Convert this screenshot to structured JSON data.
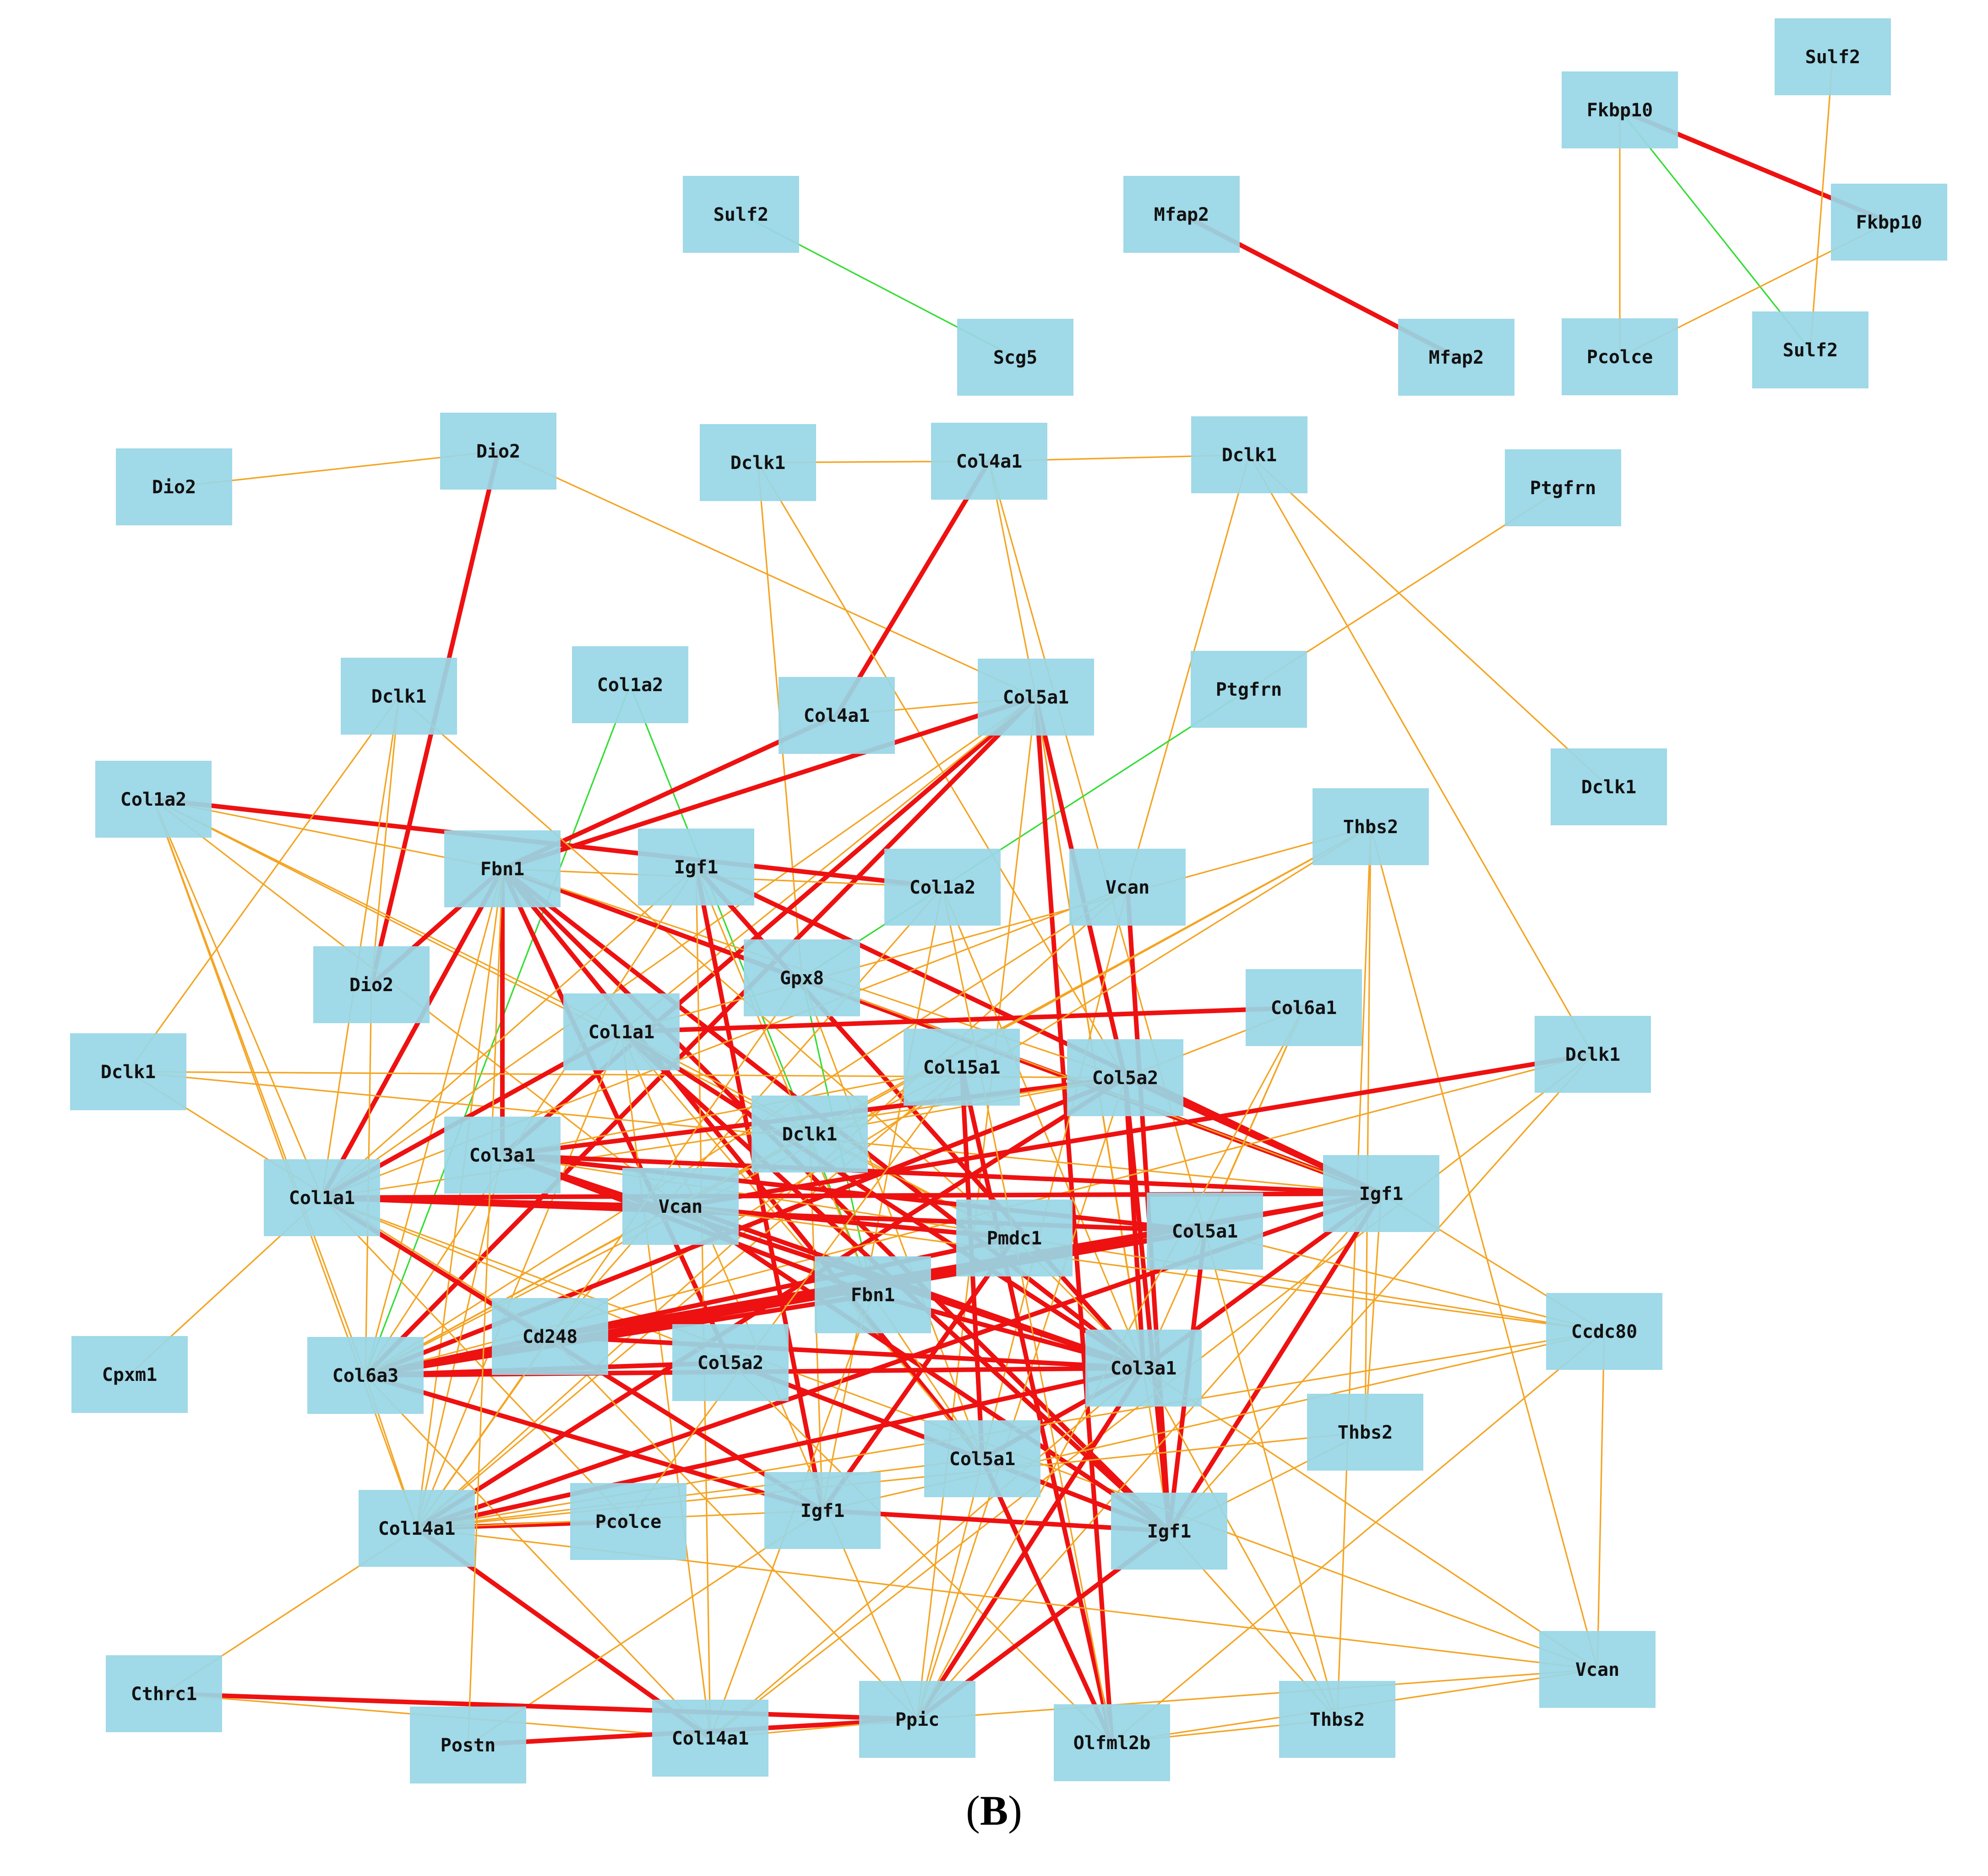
{
  "panel_label": {
    "open": "(",
    "letter": "B",
    "close": ")"
  },
  "edge_colors": {
    "red": "#ee1111",
    "orange": "#f4a422",
    "green": "#33dd33"
  },
  "node_color": "#99d6e6",
  "nodes": [
    {
      "id": "n1",
      "label": "Sulf2"
    },
    {
      "id": "n2",
      "label": "Fkbp10"
    },
    {
      "id": "n3",
      "label": "Fkbp10"
    },
    {
      "id": "n4",
      "label": "Sulf2"
    },
    {
      "id": "n5",
      "label": "Pcolce"
    },
    {
      "id": "n6",
      "label": "Sulf2"
    },
    {
      "id": "n7",
      "label": "Scg5"
    },
    {
      "id": "n8",
      "label": "Mfap2"
    },
    {
      "id": "n9",
      "label": "Mfap2"
    },
    {
      "id": "n10",
      "label": "Dio2"
    },
    {
      "id": "n11",
      "label": "Dio2"
    },
    {
      "id": "n12",
      "label": "Dclk1"
    },
    {
      "id": "n13",
      "label": "Col4a1"
    },
    {
      "id": "n14",
      "label": "Dclk1"
    },
    {
      "id": "n15",
      "label": "Ptgfrn"
    },
    {
      "id": "n16",
      "label": "Dclk1"
    },
    {
      "id": "n17",
      "label": "Col1a2"
    },
    {
      "id": "n18",
      "label": "Col4a1"
    },
    {
      "id": "n19",
      "label": "Col5a1"
    },
    {
      "id": "n20",
      "label": "Ptgfrn"
    },
    {
      "id": "n21",
      "label": "Dclk1"
    },
    {
      "id": "n22",
      "label": "Col1a2"
    },
    {
      "id": "n23",
      "label": "Thbs2"
    },
    {
      "id": "n24",
      "label": "Fbn1"
    },
    {
      "id": "n25",
      "label": "Igf1"
    },
    {
      "id": "n26",
      "label": "Col1a2"
    },
    {
      "id": "n27",
      "label": "Vcan"
    },
    {
      "id": "n28",
      "label": "Dio2"
    },
    {
      "id": "n29",
      "label": "Gpx8"
    },
    {
      "id": "n30",
      "label": "Col6a1"
    },
    {
      "id": "n31",
      "label": "Dclk1"
    },
    {
      "id": "n32",
      "label": "Col1a1"
    },
    {
      "id": "n33",
      "label": "Col15a1"
    },
    {
      "id": "n34",
      "label": "Col5a2"
    },
    {
      "id": "n35",
      "label": "Dclk1"
    },
    {
      "id": "n36",
      "label": "Dclk1"
    },
    {
      "id": "n37",
      "label": "Col3a1"
    },
    {
      "id": "n38",
      "label": "Col1a1"
    },
    {
      "id": "n39",
      "label": "Vcan"
    },
    {
      "id": "n40",
      "label": "Igf1"
    },
    {
      "id": "n41",
      "label": "Pmdc1"
    },
    {
      "id": "n42",
      "label": "Col5a1"
    },
    {
      "id": "n43",
      "label": "Fbn1"
    },
    {
      "id": "n44",
      "label": "Cd248"
    },
    {
      "id": "n45",
      "label": "Ccdc80"
    },
    {
      "id": "n46",
      "label": "Cpxm1"
    },
    {
      "id": "n47",
      "label": "Col6a3"
    },
    {
      "id": "n48",
      "label": "Col5a2"
    },
    {
      "id": "n49",
      "label": "Col3a1"
    },
    {
      "id": "n50",
      "label": "Thbs2"
    },
    {
      "id": "n51",
      "label": "Col5a1"
    },
    {
      "id": "n52",
      "label": "Col14a1"
    },
    {
      "id": "n53",
      "label": "Pcolce"
    },
    {
      "id": "n54",
      "label": "Igf1"
    },
    {
      "id": "n55",
      "label": "Igf1"
    },
    {
      "id": "n56",
      "label": "Cthrc1"
    },
    {
      "id": "n57",
      "label": "Vcan"
    },
    {
      "id": "n58",
      "label": "Ppic"
    },
    {
      "id": "n59",
      "label": "Postn"
    },
    {
      "id": "n60",
      "label": "Col14a1"
    },
    {
      "id": "n61",
      "label": "Olfml2b"
    },
    {
      "id": "n62",
      "label": "Thbs2"
    }
  ],
  "edges": [
    {
      "from": "n3",
      "to": "n2",
      "type": "red"
    },
    {
      "from": "n2",
      "to": "n4",
      "type": "green"
    },
    {
      "from": "n3",
      "to": "n5",
      "type": "orange"
    },
    {
      "from": "n2",
      "to": "n5",
      "type": "orange"
    },
    {
      "from": "n1",
      "to": "n4",
      "type": "orange"
    },
    {
      "from": "n6",
      "to": "n7",
      "type": "green"
    },
    {
      "from": "n8",
      "to": "n9",
      "type": "red"
    },
    {
      "from": "n10",
      "to": "n11",
      "type": "orange"
    },
    {
      "from": "n11",
      "to": "n28",
      "type": "red"
    },
    {
      "from": "n11",
      "to": "n19",
      "type": "orange"
    },
    {
      "from": "n12",
      "to": "n13",
      "type": "orange"
    },
    {
      "from": "n13",
      "to": "n14",
      "type": "orange"
    },
    {
      "from": "n13",
      "to": "n18",
      "type": "red"
    },
    {
      "from": "n13",
      "to": "n19",
      "type": "orange"
    },
    {
      "from": "n13",
      "to": "n42",
      "type": "orange"
    },
    {
      "from": "n12",
      "to": "n34",
      "type": "orange"
    },
    {
      "from": "n12",
      "to": "n29",
      "type": "orange"
    },
    {
      "from": "n14",
      "to": "n21",
      "type": "orange"
    },
    {
      "from": "n14",
      "to": "n35",
      "type": "orange"
    },
    {
      "from": "n14",
      "to": "n27",
      "type": "orange"
    },
    {
      "from": "n15",
      "to": "n20",
      "type": "orange"
    },
    {
      "from": "n20",
      "to": "n29",
      "type": "green"
    },
    {
      "from": "n17",
      "to": "n47",
      "type": "green"
    },
    {
      "from": "n17",
      "to": "n43",
      "type": "green"
    },
    {
      "from": "n18",
      "to": "n24",
      "type": "red"
    },
    {
      "from": "n18",
      "to": "n19",
      "type": "orange"
    },
    {
      "from": "n19",
      "to": "n24",
      "type": "red"
    },
    {
      "from": "n19",
      "to": "n47",
      "type": "red"
    },
    {
      "from": "n19",
      "to": "n34",
      "type": "red"
    },
    {
      "from": "n19",
      "to": "n61",
      "type": "red"
    },
    {
      "from": "n19",
      "to": "n38",
      "type": "orange"
    },
    {
      "from": "n19",
      "to": "n37",
      "type": "red"
    },
    {
      "from": "n19",
      "to": "n49",
      "type": "orange"
    },
    {
      "from": "n19",
      "to": "n55",
      "type": "orange"
    },
    {
      "from": "n19",
      "to": "n32",
      "type": "orange"
    },
    {
      "from": "n19",
      "to": "n58",
      "type": "orange"
    },
    {
      "from": "n22",
      "to": "n26",
      "type": "red"
    },
    {
      "from": "n22",
      "to": "n24",
      "type": "orange"
    },
    {
      "from": "n22",
      "to": "n38",
      "type": "orange"
    },
    {
      "from": "n22",
      "to": "n52",
      "type": "orange"
    },
    {
      "from": "n22",
      "to": "n41",
      "type": "orange"
    },
    {
      "from": "n22",
      "to": "n39",
      "type": "orange"
    },
    {
      "from": "n22",
      "to": "n47",
      "type": "orange"
    },
    {
      "from": "n22",
      "to": "n32",
      "type": "orange"
    },
    {
      "from": "n16",
      "to": "n28",
      "type": "orange"
    },
    {
      "from": "n16",
      "to": "n31",
      "type": "orange"
    },
    {
      "from": "n16",
      "to": "n38",
      "type": "orange"
    },
    {
      "from": "n16",
      "to": "n41",
      "type": "orange"
    },
    {
      "from": "n24",
      "to": "n38",
      "type": "red"
    },
    {
      "from": "n24",
      "to": "n37",
      "type": "red"
    },
    {
      "from": "n24",
      "to": "n28",
      "type": "red"
    },
    {
      "from": "n24",
      "to": "n40",
      "type": "red"
    },
    {
      "from": "n24",
      "to": "n49",
      "type": "red"
    },
    {
      "from": "n24",
      "to": "n55",
      "type": "red"
    },
    {
      "from": "n24",
      "to": "n48",
      "type": "red"
    },
    {
      "from": "n24",
      "to": "n51",
      "type": "red"
    },
    {
      "from": "n24",
      "to": "n47",
      "type": "orange"
    },
    {
      "from": "n24",
      "to": "n52",
      "type": "orange"
    },
    {
      "from": "n24",
      "to": "n34",
      "type": "orange"
    },
    {
      "from": "n24",
      "to": "n26",
      "type": "orange"
    },
    {
      "from": "n25",
      "to": "n54",
      "type": "red"
    },
    {
      "from": "n25",
      "to": "n49",
      "type": "red"
    },
    {
      "from": "n25",
      "to": "n40",
      "type": "red"
    },
    {
      "from": "n25",
      "to": "n47",
      "type": "orange"
    },
    {
      "from": "n25",
      "to": "n43",
      "type": "orange"
    },
    {
      "from": "n25",
      "to": "n60",
      "type": "orange"
    },
    {
      "from": "n29",
      "to": "n43",
      "type": "green"
    },
    {
      "from": "n29",
      "to": "n40",
      "type": "orange"
    },
    {
      "from": "n29",
      "to": "n51",
      "type": "orange"
    },
    {
      "from": "n27",
      "to": "n55",
      "type": "red"
    },
    {
      "from": "n27",
      "to": "n47",
      "type": "orange"
    },
    {
      "from": "n27",
      "to": "n38",
      "type": "orange"
    },
    {
      "from": "n27",
      "to": "n58",
      "type": "orange"
    },
    {
      "from": "n27",
      "to": "n52",
      "type": "orange"
    },
    {
      "from": "n26",
      "to": "n49",
      "type": "orange"
    },
    {
      "from": "n26",
      "to": "n44",
      "type": "orange"
    },
    {
      "from": "n26",
      "to": "n54",
      "type": "orange"
    },
    {
      "from": "n30",
      "to": "n32",
      "type": "red"
    },
    {
      "from": "n30",
      "to": "n47",
      "type": "orange"
    },
    {
      "from": "n30",
      "to": "n42",
      "type": "orange"
    },
    {
      "from": "n30",
      "to": "n49",
      "type": "orange"
    },
    {
      "from": "n23",
      "to": "n32",
      "type": "orange"
    },
    {
      "from": "n23",
      "to": "n50",
      "type": "orange"
    },
    {
      "from": "n23",
      "to": "n62",
      "type": "orange"
    },
    {
      "from": "n23",
      "to": "n57",
      "type": "orange"
    },
    {
      "from": "n23",
      "to": "n44",
      "type": "orange"
    },
    {
      "from": "n23",
      "to": "n39",
      "type": "orange"
    },
    {
      "from": "n36",
      "to": "n34",
      "type": "orange"
    },
    {
      "from": "n36",
      "to": "n47",
      "type": "orange"
    },
    {
      "from": "n36",
      "to": "n54",
      "type": "orange"
    },
    {
      "from": "n31",
      "to": "n34",
      "type": "orange"
    },
    {
      "from": "n31",
      "to": "n40",
      "type": "orange"
    },
    {
      "from": "n32",
      "to": "n38",
      "type": "red"
    },
    {
      "from": "n32",
      "to": "n49",
      "type": "red"
    },
    {
      "from": "n32",
      "to": "n55",
      "type": "red"
    },
    {
      "from": "n32",
      "to": "n41",
      "type": "orange"
    },
    {
      "from": "n32",
      "to": "n52",
      "type": "orange"
    },
    {
      "from": "n32",
      "to": "n60",
      "type": "orange"
    },
    {
      "from": "n32",
      "to": "n51",
      "type": "orange"
    },
    {
      "from": "n32",
      "to": "n58",
      "type": "orange"
    },
    {
      "from": "n33",
      "to": "n51",
      "type": "red"
    },
    {
      "from": "n33",
      "to": "n61",
      "type": "red"
    },
    {
      "from": "n33",
      "to": "n37",
      "type": "orange"
    },
    {
      "from": "n33",
      "to": "n52",
      "type": "orange"
    },
    {
      "from": "n33",
      "to": "n47",
      "type": "orange"
    },
    {
      "from": "n34",
      "to": "n37",
      "type": "red"
    },
    {
      "from": "n34",
      "to": "n40",
      "type": "red"
    },
    {
      "from": "n34",
      "to": "n55",
      "type": "red"
    },
    {
      "from": "n34",
      "to": "n52",
      "type": "red"
    },
    {
      "from": "n34",
      "to": "n47",
      "type": "red"
    },
    {
      "from": "n34",
      "to": "n49",
      "type": "red"
    },
    {
      "from": "n34",
      "to": "n58",
      "type": "orange"
    },
    {
      "from": "n34",
      "to": "n38",
      "type": "orange"
    },
    {
      "from": "n35",
      "to": "n39",
      "type": "red"
    },
    {
      "from": "n35",
      "to": "n47",
      "type": "orange"
    },
    {
      "from": "n35",
      "to": "n55",
      "type": "orange"
    },
    {
      "from": "n35",
      "to": "n60",
      "type": "orange"
    },
    {
      "from": "n37",
      "to": "n40",
      "type": "red"
    },
    {
      "from": "n37",
      "to": "n42",
      "type": "red"
    },
    {
      "from": "n37",
      "to": "n43",
      "type": "red"
    },
    {
      "from": "n37",
      "to": "n49",
      "type": "red"
    },
    {
      "from": "n37",
      "to": "n45",
      "type": "orange"
    },
    {
      "from": "n37",
      "to": "n52",
      "type": "orange"
    },
    {
      "from": "n38",
      "to": "n39",
      "type": "red"
    },
    {
      "from": "n38",
      "to": "n40",
      "type": "red"
    },
    {
      "from": "n38",
      "to": "n42",
      "type": "red"
    },
    {
      "from": "n38",
      "to": "n54",
      "type": "red"
    },
    {
      "from": "n38",
      "to": "n48",
      "type": "orange"
    },
    {
      "from": "n38",
      "to": "n53",
      "type": "orange"
    },
    {
      "from": "n38",
      "to": "n57",
      "type": "orange"
    },
    {
      "from": "n39",
      "to": "n49",
      "type": "red"
    },
    {
      "from": "n39",
      "to": "n55",
      "type": "red"
    },
    {
      "from": "n39",
      "to": "n41",
      "type": "red"
    },
    {
      "from": "n39",
      "to": "n45",
      "type": "orange"
    },
    {
      "from": "n40",
      "to": "n47",
      "type": "red"
    },
    {
      "from": "n40",
      "to": "n52",
      "type": "red"
    },
    {
      "from": "n40",
      "to": "n49",
      "type": "red"
    },
    {
      "from": "n40",
      "to": "n55",
      "type": "red"
    },
    {
      "from": "n40",
      "to": "n44",
      "type": "red"
    },
    {
      "from": "n40",
      "to": "n45",
      "type": "orange"
    },
    {
      "from": "n40",
      "to": "n50",
      "type": "orange"
    },
    {
      "from": "n40",
      "to": "n58",
      "type": "orange"
    },
    {
      "from": "n41",
      "to": "n47",
      "type": "red"
    },
    {
      "from": "n41",
      "to": "n54",
      "type": "red"
    },
    {
      "from": "n41",
      "to": "n49",
      "type": "orange"
    },
    {
      "from": "n41",
      "to": "n61",
      "type": "orange"
    },
    {
      "from": "n42",
      "to": "n44",
      "type": "red"
    },
    {
      "from": "n42",
      "to": "n47",
      "type": "red"
    },
    {
      "from": "n42",
      "to": "n55",
      "type": "red"
    },
    {
      "from": "n42",
      "to": "n45",
      "type": "orange"
    },
    {
      "from": "n42",
      "to": "n62",
      "type": "orange"
    },
    {
      "from": "n43",
      "to": "n47",
      "type": "red"
    },
    {
      "from": "n43",
      "to": "n49",
      "type": "red"
    },
    {
      "from": "n43",
      "to": "n51",
      "type": "orange"
    },
    {
      "from": "n43",
      "to": "n60",
      "type": "orange"
    },
    {
      "from": "n44",
      "to": "n49",
      "type": "red"
    },
    {
      "from": "n44",
      "to": "n52",
      "type": "orange"
    },
    {
      "from": "n44",
      "to": "n58",
      "type": "orange"
    },
    {
      "from": "n46",
      "to": "n38",
      "type": "orange"
    },
    {
      "from": "n47",
      "to": "n49",
      "type": "red"
    },
    {
      "from": "n47",
      "to": "n54",
      "type": "red"
    },
    {
      "from": "n47",
      "to": "n48",
      "type": "red"
    },
    {
      "from": "n47",
      "to": "n52",
      "type": "orange"
    },
    {
      "from": "n47",
      "to": "n60",
      "type": "orange"
    },
    {
      "from": "n48",
      "to": "n55",
      "type": "red"
    },
    {
      "from": "n48",
      "to": "n61",
      "type": "orange"
    },
    {
      "from": "n49",
      "to": "n58",
      "type": "red"
    },
    {
      "from": "n49",
      "to": "n52",
      "type": "red"
    },
    {
      "from": "n49",
      "to": "n51",
      "type": "red"
    },
    {
      "from": "n49",
      "to": "n60",
      "type": "orange"
    },
    {
      "from": "n49",
      "to": "n62",
      "type": "orange"
    },
    {
      "from": "n50",
      "to": "n52",
      "type": "orange"
    },
    {
      "from": "n50",
      "to": "n55",
      "type": "orange"
    },
    {
      "from": "n51",
      "to": "n61",
      "type": "red"
    },
    {
      "from": "n51",
      "to": "n52",
      "type": "orange"
    },
    {
      "from": "n52",
      "to": "n53",
      "type": "red"
    },
    {
      "from": "n52",
      "to": "n60",
      "type": "red"
    },
    {
      "from": "n52",
      "to": "n56",
      "type": "orange"
    },
    {
      "from": "n52",
      "to": "n54",
      "type": "orange"
    },
    {
      "from": "n54",
      "to": "n55",
      "type": "red"
    },
    {
      "from": "n54",
      "to": "n59",
      "type": "orange"
    },
    {
      "from": "n55",
      "to": "n58",
      "type": "red"
    },
    {
      "from": "n55",
      "to": "n62",
      "type": "orange"
    },
    {
      "from": "n45",
      "to": "n54",
      "type": "orange"
    },
    {
      "from": "n45",
      "to": "n57",
      "type": "orange"
    },
    {
      "from": "n45",
      "to": "n61",
      "type": "orange"
    },
    {
      "from": "n45",
      "to": "n52",
      "type": "orange"
    },
    {
      "from": "n57",
      "to": "n61",
      "type": "orange"
    },
    {
      "from": "n57",
      "to": "n49",
      "type": "orange"
    },
    {
      "from": "n57",
      "to": "n52",
      "type": "orange"
    },
    {
      "from": "n56",
      "to": "n58",
      "type": "red"
    },
    {
      "from": "n56",
      "to": "n60",
      "type": "orange"
    },
    {
      "from": "n59",
      "to": "n58",
      "type": "red"
    },
    {
      "from": "n59",
      "to": "n24",
      "type": "orange"
    },
    {
      "from": "n60",
      "to": "n58",
      "type": "orange"
    },
    {
      "from": "n61",
      "to": "n62",
      "type": "orange"
    },
    {
      "from": "n58",
      "to": "n57",
      "type": "orange"
    },
    {
      "from": "n38",
      "to": "n25",
      "type": "orange"
    },
    {
      "from": "n28",
      "to": "n47",
      "type": "orange"
    },
    {
      "from": "n26",
      "to": "n41",
      "type": "orange"
    },
    {
      "from": "n29",
      "to": "n52",
      "type": "orange"
    },
    {
      "from": "n33",
      "to": "n53",
      "type": "orange"
    },
    {
      "from": "n30",
      "to": "n58",
      "type": "orange"
    },
    {
      "from": "n23",
      "to": "n47",
      "type": "orange"
    },
    {
      "from": "n31",
      "to": "n44",
      "type": "orange"
    }
  ]
}
